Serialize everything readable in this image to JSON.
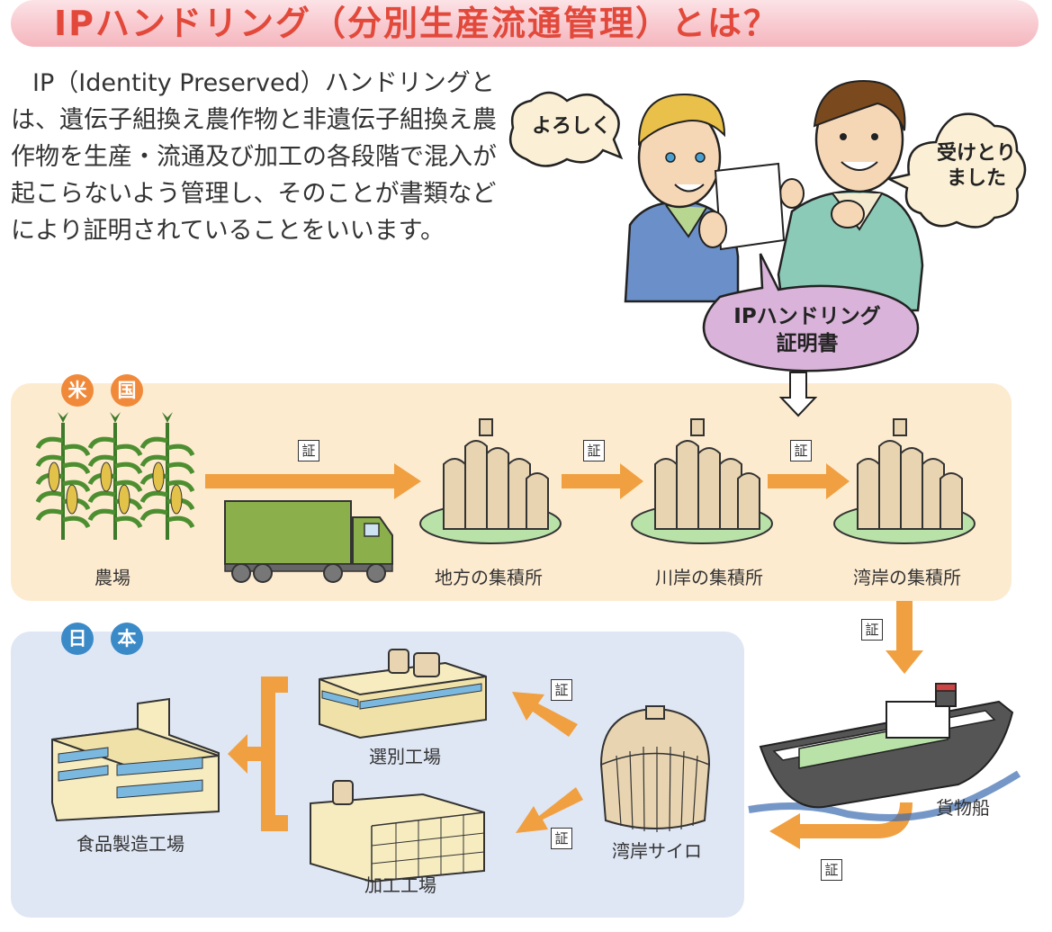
{
  "title": "IPハンドリング（分別生産流通管理）とは？",
  "intro": "IP（Identity Preserved）ハンドリングとは、遺伝子組換え農作物と非遺伝子組換え農作物を生産・流通及び加工の各段階で混入が起こらないよう管理し、そのことが書類などにより証明されていることをいいます。",
  "bubbles": {
    "left": "よろしく",
    "right_line1": "受けとり",
    "right_line2": "ました"
  },
  "certificate": {
    "line1": "IPハンドリング",
    "line2": "証明書"
  },
  "badges": {
    "us": [
      "米",
      "国"
    ],
    "jp": [
      "日",
      "本"
    ]
  },
  "cert_mark": "証",
  "us_labels": {
    "farm": "農場",
    "local": "地方の集積所",
    "river": "川岸の集積所",
    "bay": "湾岸の集積所"
  },
  "ship_label": "貨物船",
  "jp_labels": {
    "silo": "湾岸サイロ",
    "sort": "選別工場",
    "process": "加工工場",
    "food": "食品製造工場"
  },
  "colors": {
    "arrow": "#f0a040",
    "title": "#e2493b",
    "us_panel": "#fdebd0",
    "jp_panel": "#dfe6f4",
    "us_badge": "#f08a3a",
    "jp_badge": "#3a8ac8"
  }
}
